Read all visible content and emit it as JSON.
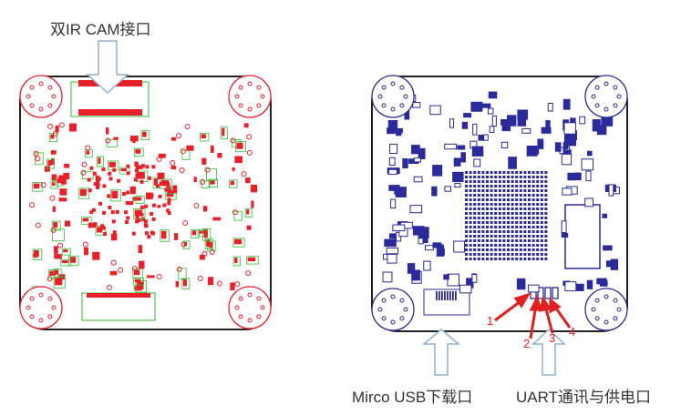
{
  "labels": {
    "cam_connector": "双IR CAM接口",
    "usb_port": "Mirco USB下载口",
    "uart_port": "UART通讯与供电口"
  },
  "pin_numbers": [
    "1",
    "2",
    "3",
    "4"
  ],
  "colors": {
    "left_board_pads": "#e8202a",
    "left_board_outline": "#30c030",
    "right_board_pads": "#2a2a9a",
    "arrow_outline": "#8fb0d8",
    "pin_arrows": "#e02020",
    "board_edge": "#222222"
  }
}
